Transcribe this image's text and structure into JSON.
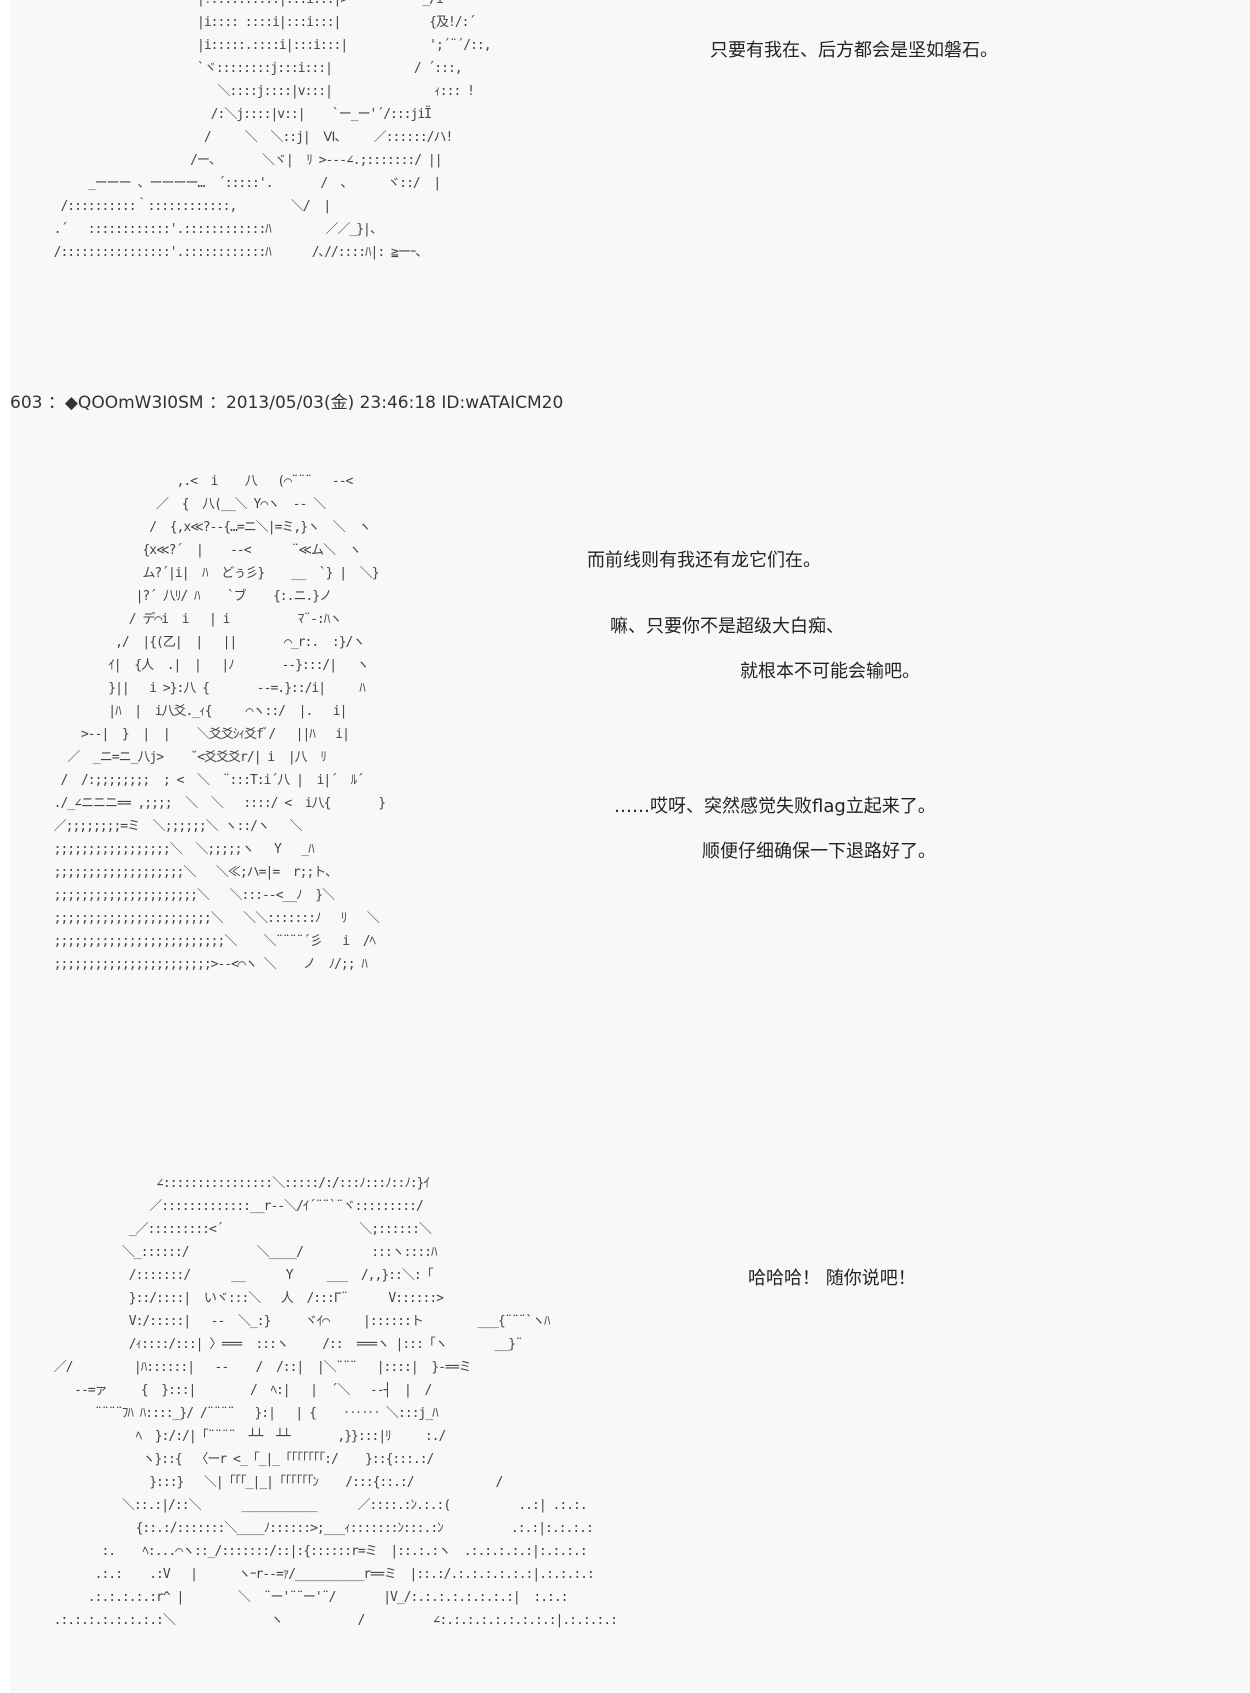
{
  "post_header": {
    "number": "603",
    "separator": "：",
    "name": "◆QOOmW3I0SM",
    "datetime": "2013/05/03(金) 23:46:18",
    "id": "ID:wATAICM20"
  },
  "lines": [
    "只要有我在、后方都会是坚如磐石。",
    "而前线则有我还有龙它们在。",
    "嘛、只要你不是超级大白痴、",
    "就根本不可能会输吧。",
    "……哎呀、突然感觉失败flag立起来了。",
    "顺便仔细确保一下退路好了。",
    "哈哈哈！  随你说吧！"
  ],
  "art": {
    "top": "                       |!:::::.::::|:::i:::|>-          _/i\n                       |i:::: ::::i|:::i:::|             {及!/:´\n                       |i:::::.::::i|:::i:::|            ';´¨´/::,\n                       `ヾ::::::::j:::i:::|            / ´:::,\n                          ＼::::j::::|v:::|               ｨ::: !\n                         /:＼j::::|v::|    `ー_ー'´/:::jiÏ\n                        /     ＼  ＼::j|  Ⅵ、    ／::::::/ハ!\n                      /ー、      ＼ヾ|  ﾘ >---∠.;:::::::/ ||\n       _ーーー 、ーーーー…  ´:::::'.       /  ､      ヾ::/  |\n   /::::::::::｀::::::::::::,        ＼/  |\n  .´   ::::::::::::'.::::::::::::ﾊ        ／／_}|、\n  /::::::::::::::::'.::::::::::::ﾊ      /､//::::ﾊ|: ≧ーｰ、",
    "middle": "                    ,.<  i    八   (⌒¨¨¨   --<\n                 ／  {  八(__＼ Y⌒ヽ  -‐ ＼\n                /  {,x≪?--{…=ニ＼|=ミ,}ヽ  ＼  ヽ\n               {x≪?´  |    ‐-<      ¨≪ム＼  ヽ\n               ム?´|i|  ﾊ  どぅ彡}    __  `} |  ＼}\n              |?´ 八ﾘ/ ﾊ    `ブ    {:.ニ.}ノ\n             / デ⌒i  i   | i          ﾏ¨-:ﾊヽ\n           ,/  |{(乙|  |   ||       ⌒_r:.  :}/ヽ\n          ｲ|  {人  .|  |   |ﾉ       --}:::/|   ヽ\n          }||   i >}:八 {       --=.}::/i|     ﾊ\n          |ﾊ  |  i八爻._ｨ{     ⌒ヽ::/  |.   i|\n      >-‐|  }  |  |    ＼爻爻ｼｨ爻fﾞ/   ||ﾊ   i|\n    ／  _ニ=ニ_八j>    ˘<爻爻爻r/| i  |八  ﾘ\n   /  /:;;;;;;;;  ; <  ＼  ¨:::T:i´八 |  i|´  ﾙ´\n  ./_∠ニニニ== ,;;;;  ＼  ＼   ::::/ <  i八{       }\n  ／;;;;;;;;=ミ  ＼;;;;;;＼ ヽ::/ヽ   ＼\n  ;;;;;;;;;;;;;;;;;＼  ＼;;;;;ヽ   Y   _ﾊ\n  ;;;;;;;;;;;;;;;;;;;＼   ＼≪;ハ=|=  r;;ト、\n  ;;;;;;;;;;;;;;;;;;;;;＼   ＼:::-‐<__ﾉ  }＼\n  ;;;;;;;;;;;;;;;;;;;;;;;＼   ＼＼:::::::ﾉ   ﾘ   ＼\n  ;;;;;;;;;;;;;;;;;;;;;;;;;＼    ＼¨¨¨¨´彡   i  /ﾍ\n  ;;;;;;;;;;;;;;;;;;;;;;;>-‐<⌒ヽ ＼    ノ  ﾉ/;; ﾊ",
    "bottom": "                 ∠::::::::::::::::＼:::::/:/:::ﾉ:::ﾉ::ﾉ:}ｲ\n                ／:::::::::::::__r‐‐＼/ｲ´¨¨`¨ヾ:::::::::/\n             _／:::::::::<´                    ＼;::::::＼\n            ＼_::::::/          ＼____/          :::ヽ::::ﾊ\n             /:::::::/      __      Y     ___  /,,}::＼:「\n             }::/::::|  いヾ:::＼   人  /:::Γ¨      V::::::>\n             V:/:::::|   ‐-  ＼_:}     ヾｲ⌒     |::::::ト        ___{¨¨¨`ヽﾊ\n             /ｨ::::/:::| 〉===  :::ヽ     /::  ===ヽ |:::「ヽ       __}¨\n  ／/         |ﾊ::::::|   ‐-    /  /::|  |＼¨¨¨   |::::|  }-==ミ\n     ‐-=ァ     {  }:::|        /  ﾍ:|   |  ´＼   ‐-┤  |  /\n        ¨¨¨¨ﾌﾊ ﾊ::::_}/ /¨¨¨¨   }:|   | {    ‥‥‥ ＼:::j_ﾊ\n              ﾍ  }:/:/|「¨¨¨¨  ┴┴  ┴┴       ,}}:::|ﾘ     :./\n               ヽ}::{  〈ーr <_「_|_「「「「「「「:/    }::{:::.:/\n                }:::}   ＼|「「「_|_|「「「「「「ﾝ    /:::{::.:/            /\n            ＼::.:|/::＼      ___________      ／::::.:ﾝ.:.:(          ..:| .:.:.\n              {::.:/:::::::＼____ﾉ::::::>;___ｨ:::::::ﾝ:::.:ﾝ          .:.:|:.:.:.:\n         :.    ﾍ:...⌒ヽ::_/:::::::/::|:{::::::r=ミ  |::.:.:ヽ  .:.:.:.:.:|:.:.:.:\n        .:.:    .:V   |      ヽｰr‐‐=ｧ/__________r==ミ  |::.:/.:.:.:.:.:.:|.:.:.:.:\n       .:.:.:.:.:r^ |        ＼  ¨ー'¨¨ー'¨/       |V_/:.:.:.:.:.:.:.:|  :.:.:\n  .:.:.:.:.:.:.:.:＼              ヽ           /          ∠:.:.:.:.:.:.:.:.:|.:.:.:.:"
  }
}
